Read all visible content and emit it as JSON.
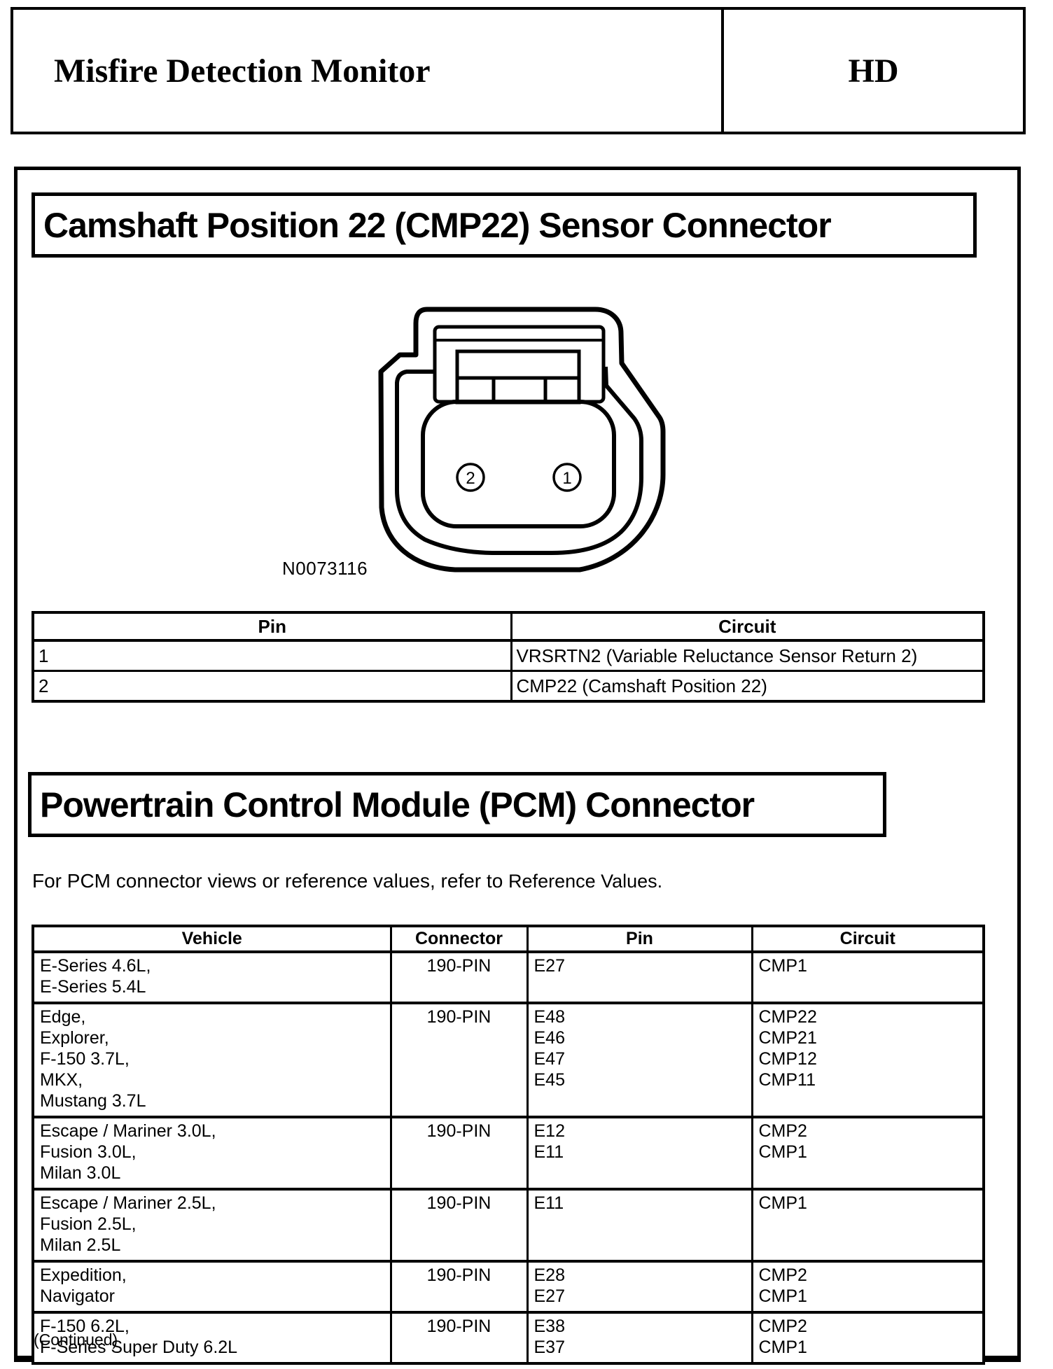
{
  "header": {
    "title": "Misfire Detection Monitor",
    "code": "HD"
  },
  "camshaft_section": {
    "heading": "Camshaft Position 22 (CMP22) Sensor Connector",
    "figure": {
      "id": "N0073116",
      "pin_left": "2",
      "pin_right": "1"
    },
    "pin_table": {
      "headers": [
        "Pin",
        "Circuit"
      ],
      "rows": [
        {
          "pin": "1",
          "circuit": "VRSRTN2 (Variable Reluctance Sensor Return 2)"
        },
        {
          "pin": "2",
          "circuit": "CMP22 (Camshaft Position 22)"
        }
      ]
    }
  },
  "pcm_section": {
    "heading": "Powertrain Control Module (PCM) Connector",
    "intro_text": "For PCM connector views or reference values, refer to ",
    "intro_link": "Reference Values.",
    "vehicle_table": {
      "headers": [
        "Vehicle",
        "Connector",
        "Pin",
        "Circuit"
      ],
      "rows": [
        {
          "vehicle": "E-Series 4.6L,\nE-Series 5.4L",
          "connector": "190-PIN",
          "pins": "E27",
          "circuits": "CMP1"
        },
        {
          "vehicle": "Edge,\nExplorer,\nF-150 3.7L,\nMKX,\nMustang 3.7L",
          "connector": "190-PIN",
          "pins": "E48\nE46\nE47\nE45",
          "circuits": "CMP22\nCMP21\nCMP12\nCMP11"
        },
        {
          "vehicle": "Escape / Mariner 3.0L,\nFusion 3.0L,\nMilan 3.0L",
          "connector": "190-PIN",
          "pins": "E12\nE11",
          "circuits": "CMP2\nCMP1"
        },
        {
          "vehicle": "Escape / Mariner 2.5L,\nFusion 2.5L,\nMilan 2.5L",
          "connector": "190-PIN",
          "pins": "E11",
          "circuits": "CMP1"
        },
        {
          "vehicle": "Expedition,\nNavigator",
          "connector": "190-PIN",
          "pins": "E28\nE27",
          "circuits": "CMP2\nCMP1"
        },
        {
          "vehicle": "F-150 6.2L,\nF-Series Super Duty 6.2L",
          "connector": "190-PIN",
          "pins": "E38\nE37",
          "circuits": "CMP2\nCMP1"
        }
      ]
    },
    "continued": "(Continued)"
  }
}
